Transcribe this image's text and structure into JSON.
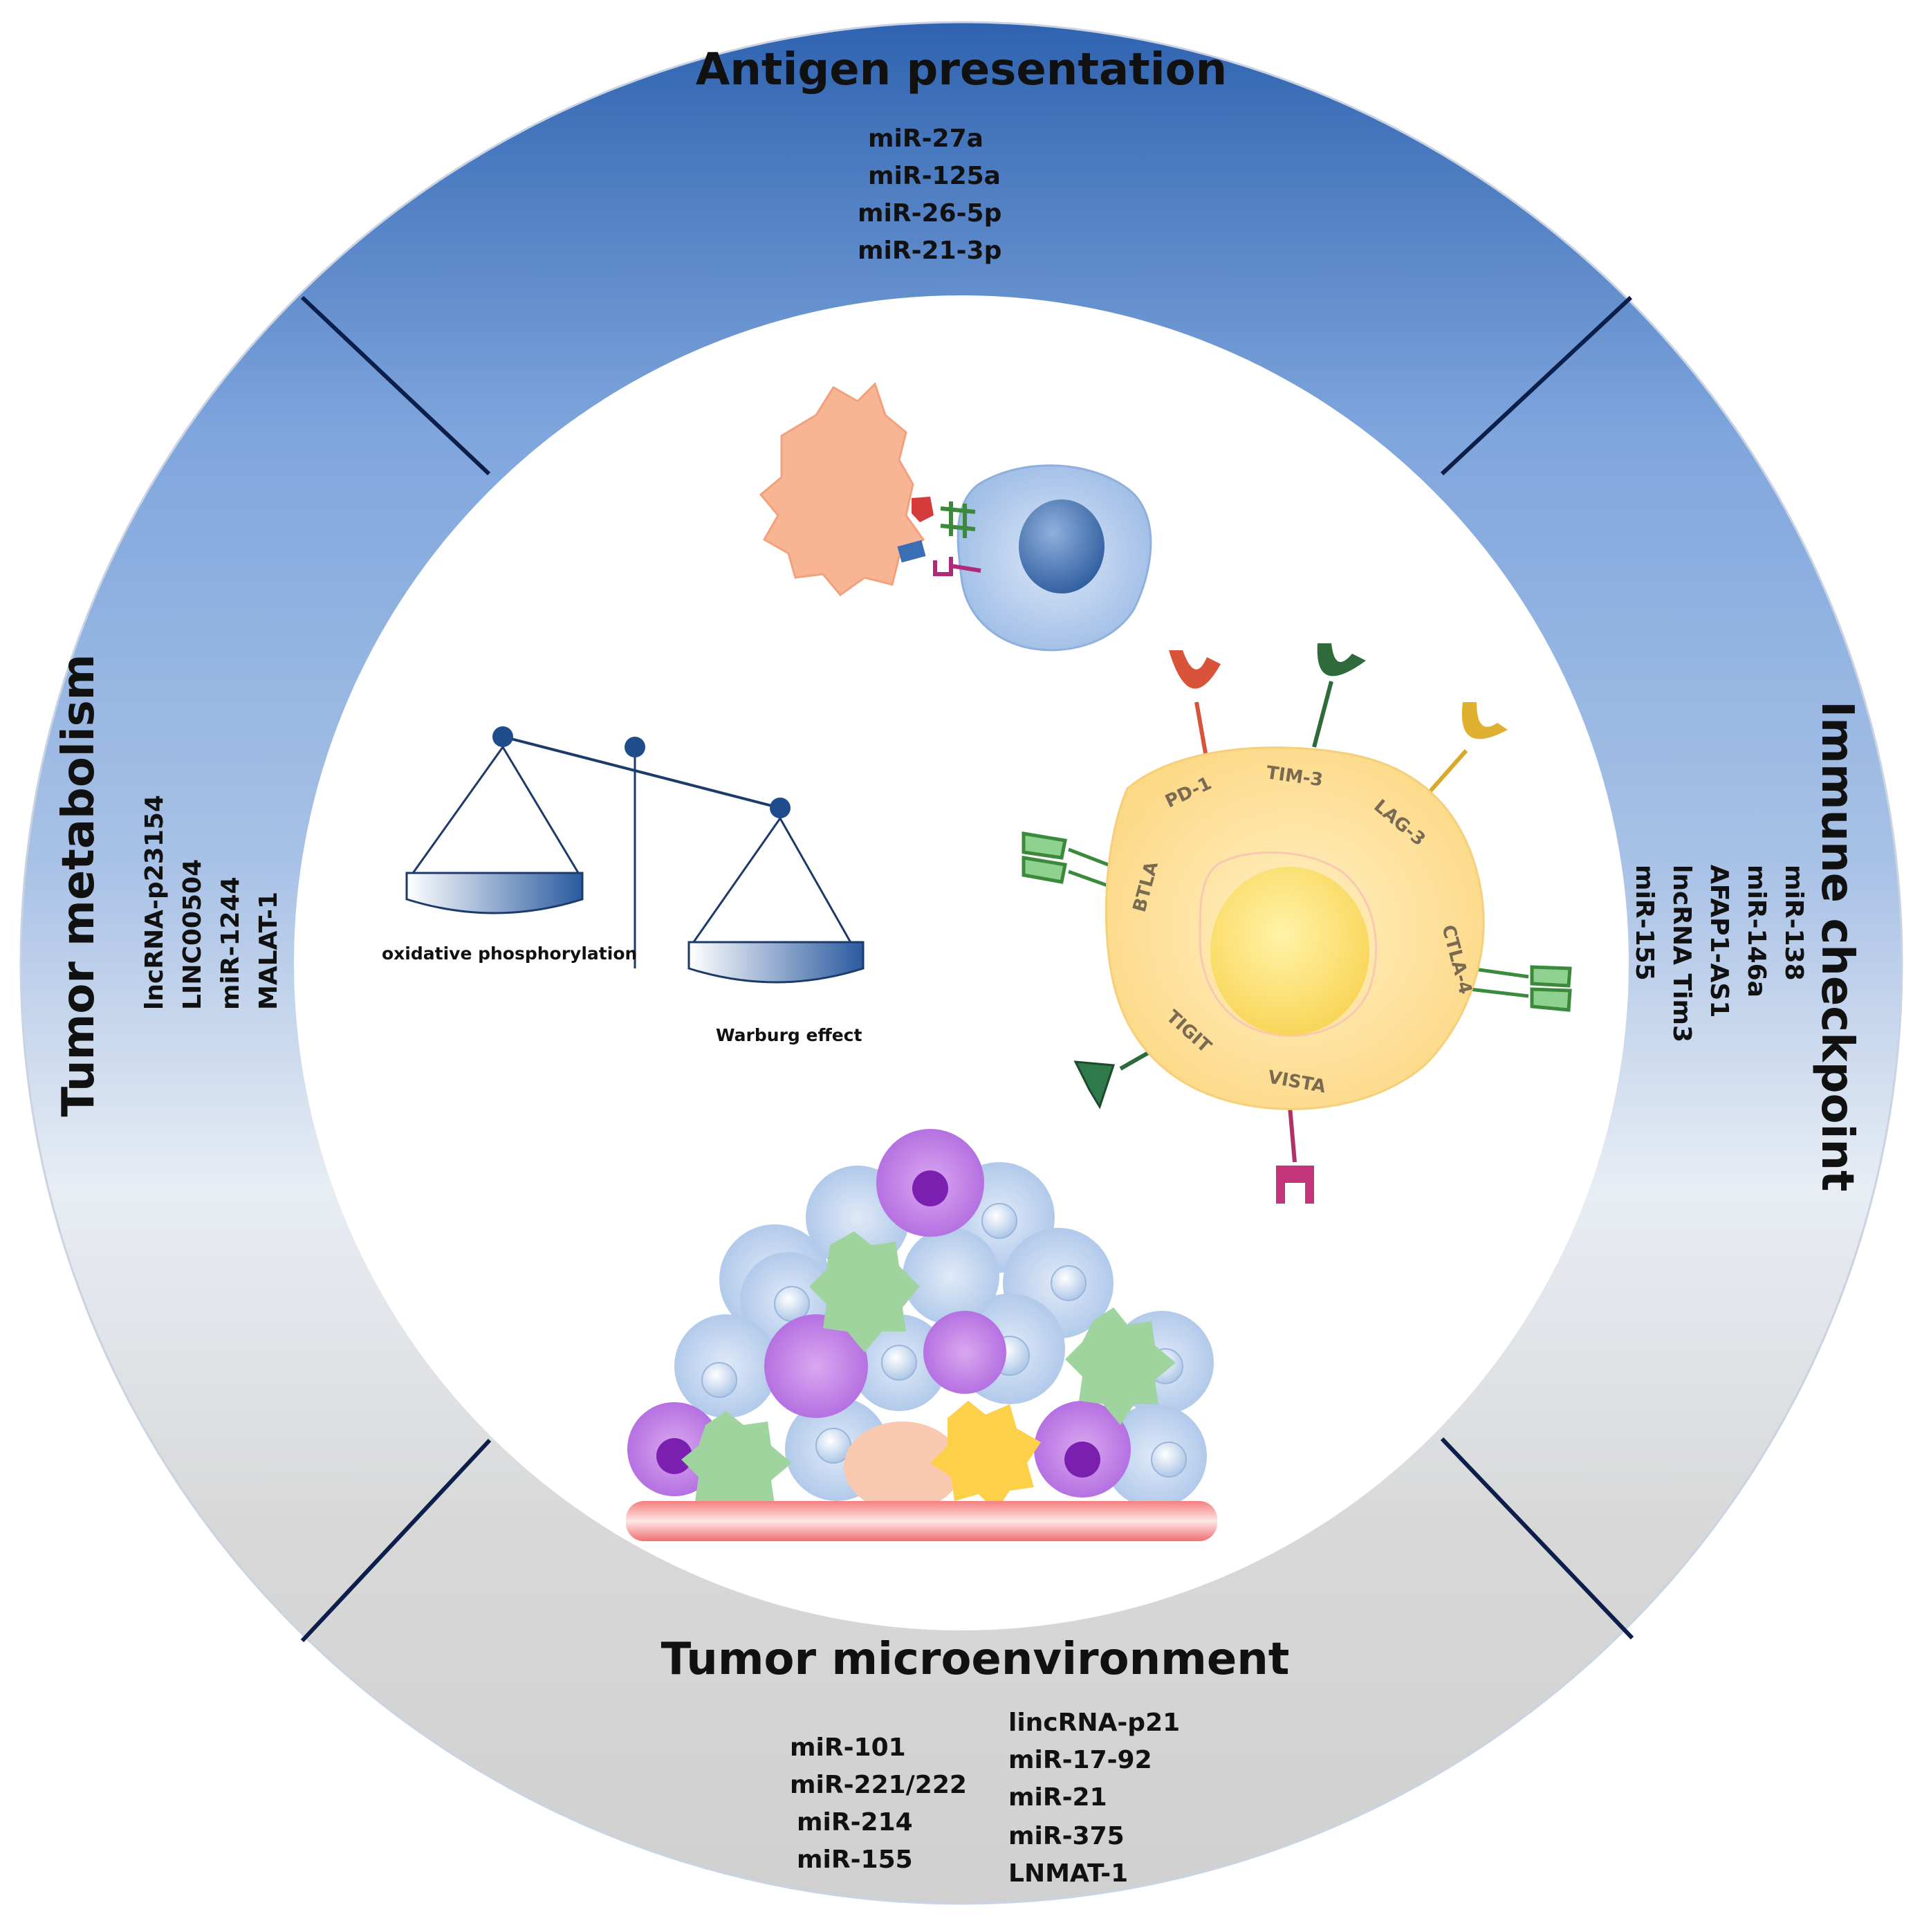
{
  "sections": {
    "antigen": {
      "title": "Antigen presentation",
      "items": [
        "miR-27a",
        "miR-125a",
        "miR-26-5p",
        "miR-21-3p"
      ]
    },
    "checkpoint": {
      "title": "Immune checkpoint",
      "items": [
        "miR-138",
        "miR-146a",
        "AFAP1-AS1",
        "lncRNA Tim3",
        "miR-155"
      ]
    },
    "metabolism": {
      "title": "Tumor metabolism",
      "items": [
        "lncRNA-p23154",
        "LINC00504",
        "miR-1244",
        "MALAT-1"
      ]
    },
    "microenvironment": {
      "title": "Tumor microenvironment",
      "items_left": [
        "miR-101",
        "miR-221/222",
        "miR-214",
        "miR-155"
      ],
      "items_right": [
        "lincRNA-p21",
        "miR-17-92",
        "miR-21",
        "miR-375",
        "LNMAT-1"
      ]
    }
  },
  "balance": {
    "left_label": "oxidative phosphorylation",
    "right_label": "Warburg effect"
  },
  "receptors": [
    "PD-1",
    "TIM-3",
    "LAG-3",
    "BTLA",
    "CTLA-4",
    "TIGIT",
    "VISTA"
  ],
  "colors": {
    "ring_top": "#3a6db6",
    "ring_mid": "#9bb9e4",
    "ring_bottom": "#d9d9d9",
    "divider": "#0b1f4a",
    "t_cell": "#fde3a0",
    "apc": "#f6b08c",
    "pd1": "#d9533a",
    "tim3": "#2f6b3a",
    "lag3": "#d9a92a",
    "vista": "#b0306a"
  }
}
